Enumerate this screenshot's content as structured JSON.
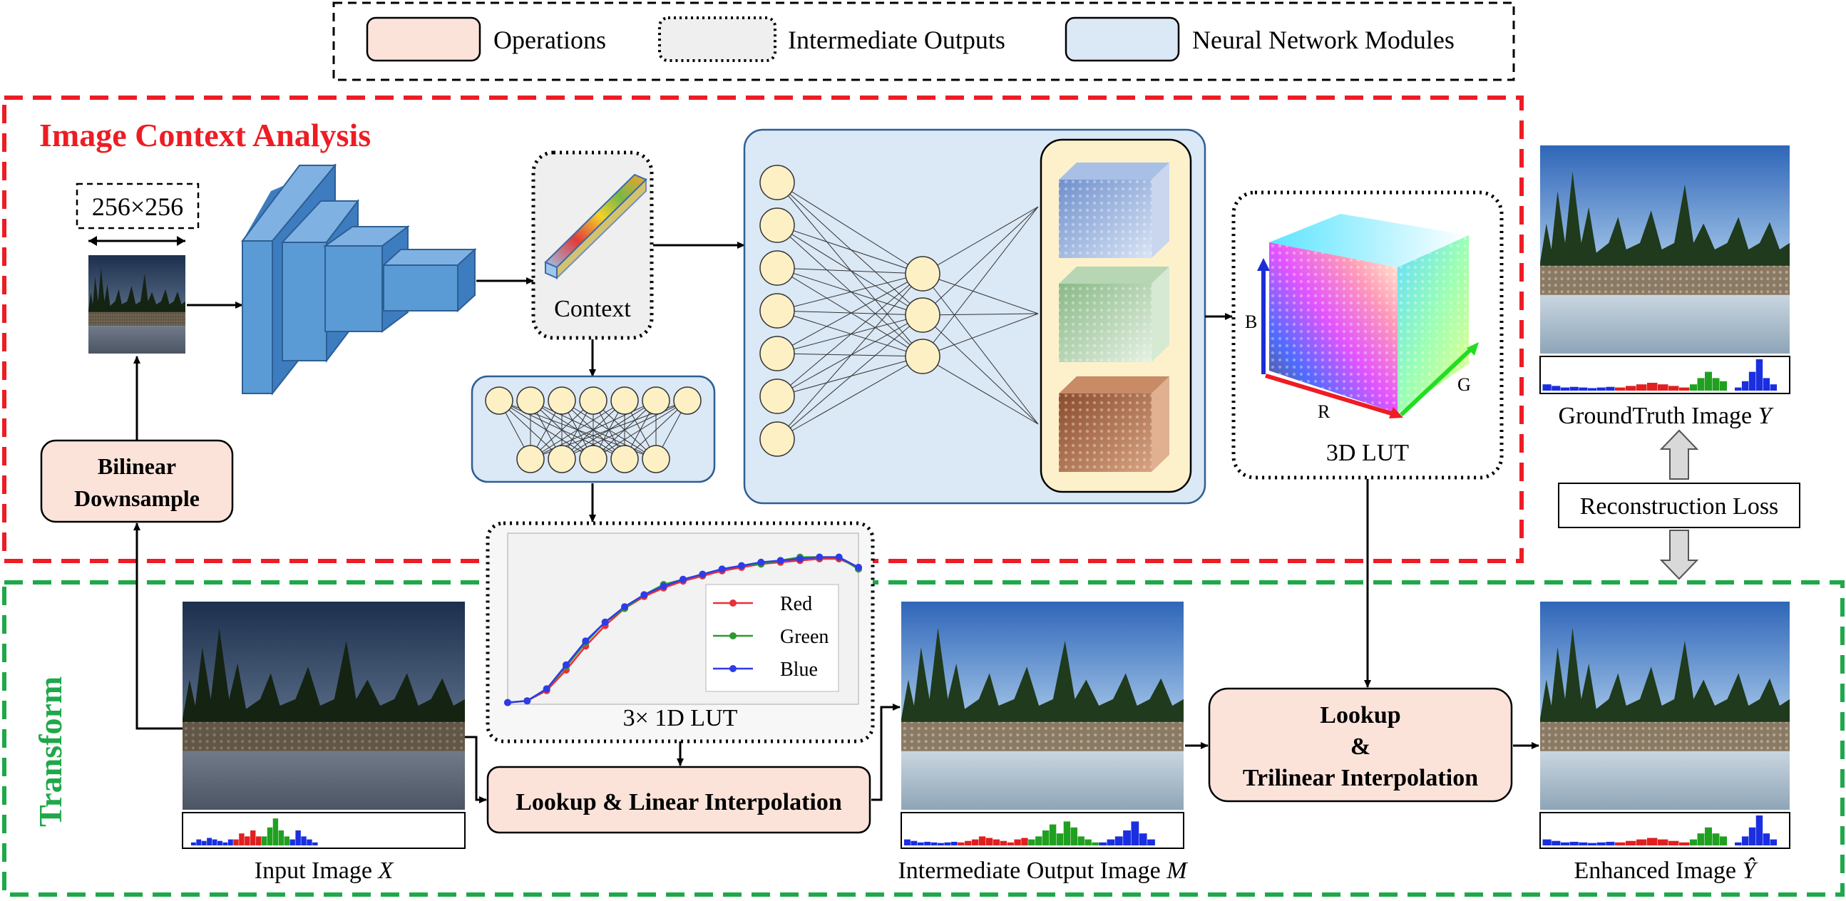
{
  "legend": {
    "operations": "Operations",
    "intermediate": "Intermediate Outputs",
    "nn_modules": "Neural Network Modules"
  },
  "sections": {
    "context_analysis": "Image Context Analysis",
    "transform": "Transform"
  },
  "labels": {
    "resolution": "256×256",
    "context": "Context",
    "lut3d": "3D LUT",
    "lut1d": "3× 1D LUT",
    "bilinear_line1": "Bilinear",
    "bilinear_line2": "Downsample",
    "lookup_linear": "Lookup & Linear Interpolation",
    "lookup_tri_1": "Lookup",
    "lookup_tri_2": "&",
    "lookup_tri_3": "Trilinear Interpolation",
    "recon_loss": "Reconstruction Loss",
    "gt_image": "GroundTruth Image",
    "gt_symbol": "Y",
    "input_image": "Input Image",
    "input_symbol": "X",
    "intermediate_image": "Intermediate Output Image",
    "intermediate_symbol": "M",
    "enhanced_image": "Enhanced Image",
    "enhanced_symbol": "Ŷ",
    "axis_b": "B",
    "axis_r": "R",
    "axis_g": "G"
  },
  "chart_data": {
    "type": "line",
    "title": "3× 1D LUT",
    "series": [
      {
        "name": "Red",
        "color": "#e8303a",
        "values": [
          0.01,
          0.02,
          0.08,
          0.2,
          0.34,
          0.46,
          0.56,
          0.63,
          0.68,
          0.72,
          0.75,
          0.78,
          0.8,
          0.82,
          0.83,
          0.84,
          0.85,
          0.85,
          0.8
        ]
      },
      {
        "name": "Green",
        "color": "#2e9a2e",
        "values": [
          0.01,
          0.02,
          0.09,
          0.22,
          0.36,
          0.48,
          0.56,
          0.64,
          0.7,
          0.73,
          0.76,
          0.79,
          0.81,
          0.82,
          0.84,
          0.86,
          0.86,
          0.86,
          0.79
        ]
      },
      {
        "name": "Blue",
        "color": "#2f3be8",
        "values": [
          0.01,
          0.02,
          0.09,
          0.23,
          0.37,
          0.48,
          0.57,
          0.64,
          0.69,
          0.73,
          0.76,
          0.79,
          0.81,
          0.83,
          0.84,
          0.85,
          0.86,
          0.86,
          0.8
        ]
      }
    ]
  },
  "colors": {
    "operation_fill": "#fbe3da",
    "nn_fill": "#dbe8f5",
    "nn_inner": "#fdf1cc",
    "context_red": "#ee1c24",
    "transform_green": "#1fa84a",
    "conv_blue": "#5b9bd5",
    "node_fill": "#fdf0c4"
  }
}
